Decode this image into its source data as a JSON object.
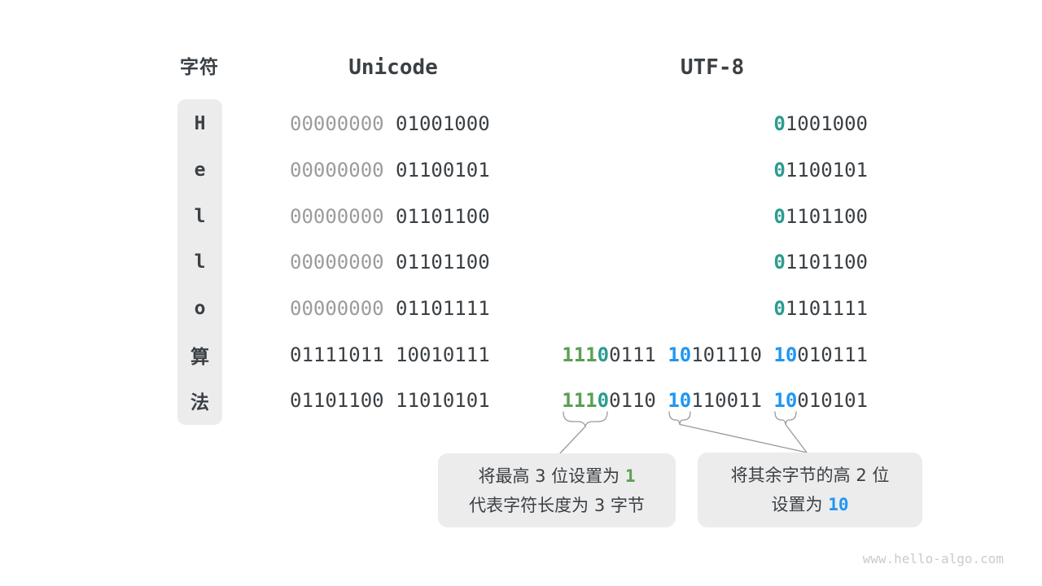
{
  "headers": {
    "character": "字符",
    "unicode": "Unicode",
    "utf8": "UTF-8"
  },
  "rows": [
    {
      "char": "H",
      "unicode": [
        [
          "00000000 ",
          "gray"
        ],
        [
          "01001000",
          "dark"
        ]
      ],
      "utf8": [
        [
          "0",
          "teal"
        ],
        [
          "1001000",
          "dark"
        ]
      ]
    },
    {
      "char": "e",
      "unicode": [
        [
          "00000000 ",
          "gray"
        ],
        [
          "01100101",
          "dark"
        ]
      ],
      "utf8": [
        [
          "0",
          "teal"
        ],
        [
          "1100101",
          "dark"
        ]
      ]
    },
    {
      "char": "l",
      "unicode": [
        [
          "00000000 ",
          "gray"
        ],
        [
          "01101100",
          "dark"
        ]
      ],
      "utf8": [
        [
          "0",
          "teal"
        ],
        [
          "1101100",
          "dark"
        ]
      ]
    },
    {
      "char": "l",
      "unicode": [
        [
          "00000000 ",
          "gray"
        ],
        [
          "01101100",
          "dark"
        ]
      ],
      "utf8": [
        [
          "0",
          "teal"
        ],
        [
          "1101100",
          "dark"
        ]
      ]
    },
    {
      "char": "o",
      "unicode": [
        [
          "00000000 ",
          "gray"
        ],
        [
          "01101111",
          "dark"
        ]
      ],
      "utf8": [
        [
          "0",
          "teal"
        ],
        [
          "1101111",
          "dark"
        ]
      ]
    },
    {
      "char": "算",
      "unicode": [
        [
          "01111011 10010111",
          "dark"
        ]
      ],
      "utf8": [
        [
          "111",
          "green"
        ],
        [
          "0",
          "teal"
        ],
        [
          "0111 ",
          "dark"
        ],
        [
          "10",
          "blue"
        ],
        [
          "101110 ",
          "dark"
        ],
        [
          "10",
          "blue"
        ],
        [
          "010111",
          "dark"
        ]
      ]
    },
    {
      "char": "法",
      "unicode": [
        [
          "01101100 11010101",
          "dark"
        ]
      ],
      "utf8": [
        [
          "111",
          "green"
        ],
        [
          "0",
          "teal"
        ],
        [
          "0110 ",
          "dark"
        ],
        [
          "10",
          "blue"
        ],
        [
          "110011 ",
          "dark"
        ],
        [
          "10",
          "blue"
        ],
        [
          "010101",
          "dark"
        ]
      ]
    }
  ],
  "callouts": {
    "left": {
      "line1_prefix": "将最高 3 位设置为 ",
      "line1_highlight": "1",
      "line2": "代表字符长度为 3 字节"
    },
    "right": {
      "line1": "将其余字节的高 2 位",
      "line2_prefix": "设置为 ",
      "line2_highlight": "10"
    }
  },
  "watermark": "www.hello-algo.com",
  "colors": {
    "bit_dark": "#3b4045",
    "bit_gray": "#9b9b9b",
    "bit_teal": "#2b9c8e",
    "bit_green": "#5aa052",
    "bit_blue": "#2096f3",
    "panel_bg": "#ececec",
    "connector": "#9a9a9a",
    "watermark": "#cbcbcb"
  }
}
